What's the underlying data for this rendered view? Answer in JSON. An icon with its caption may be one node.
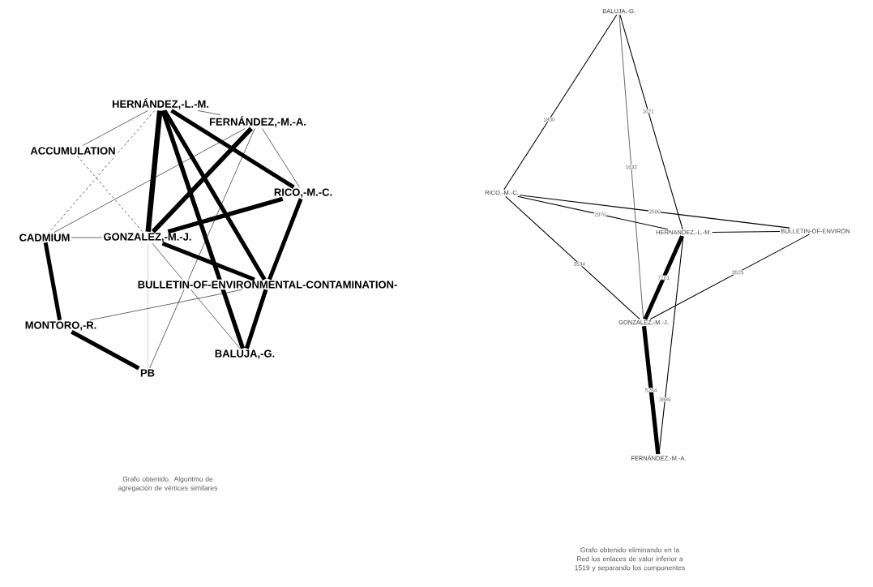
{
  "diagram": {
    "nodes": [
      {
        "text": [
          "HERNÁNDEZ,-L.-M."
        ]
      },
      {
        "text": [
          "FERNÁNDEZ,-M.-A."
        ]
      },
      {
        "text": [
          "ACCUMULATION"
        ]
      },
      {
        "text": [
          "RICO,-M.-C."
        ]
      },
      {
        "text": [
          "CADMIUM"
        ]
      },
      {
        "text": [
          "GONZALEZ,-M.-J."
        ]
      },
      {
        "text": [
          "BULLETIN-OF-ENVIRONMENTAL-CONTAMINATION-"
        ]
      },
      {
        "text": [
          "MONTORO,-R."
        ]
      },
      {
        "text": [
          "BALUJA,-G."
        ]
      },
      {
        "text": [
          "PB"
        ]
      },
      {
        "text": [
          "BALUJA,-G."
        ]
      },
      {
        "text": [
          "RICO,-M.-C."
        ]
      },
      {
        "text": [
          "HERNANDEZ,-L.-M."
        ]
      },
      {
        "text": [
          "BULLETIN-OF-ENVIRON"
        ]
      },
      {
        "text": [
          "GONZALEZ,-M.-J."
        ]
      },
      {
        "text": [
          "FERNÁNDEZ,-M.-A."
        ]
      }
    ],
    "edges": [
      {
        "from": 0,
        "to": 2,
        "arrow": "none"
      },
      {
        "from": 0,
        "to": 4,
        "arrow": "none",
        "style": "dashed"
      },
      {
        "from": 2,
        "to": 5,
        "arrow": "none",
        "style": "dashed"
      },
      {
        "from": 0,
        "to": 1,
        "arrow": "none"
      },
      {
        "from": 0,
        "to": 5,
        "arrow": "none",
        "style": "thick"
      },
      {
        "from": 0,
        "to": 3,
        "arrow": "none",
        "style": "thick"
      },
      {
        "from": 0,
        "to": 6,
        "arrow": "none",
        "style": "thick"
      },
      {
        "from": 0,
        "to": 8,
        "arrow": "none",
        "style": "thick"
      },
      {
        "from": 1,
        "to": 4,
        "arrow": "none"
      },
      {
        "from": 1,
        "to": 5,
        "arrow": "none",
        "style": "thick"
      },
      {
        "from": 1,
        "to": 3,
        "arrow": "none"
      },
      {
        "from": 1,
        "to": 9,
        "arrow": "none"
      },
      {
        "from": 4,
        "to": 5,
        "arrow": "none"
      },
      {
        "from": 4,
        "to": 7,
        "arrow": "none",
        "style": "thick"
      },
      {
        "from": 7,
        "to": 9,
        "arrow": "none",
        "style": "thick"
      },
      {
        "from": 7,
        "to": 6,
        "arrow": "none"
      },
      {
        "from": 5,
        "to": 3,
        "arrow": "none",
        "style": "thick"
      },
      {
        "from": 5,
        "to": 6,
        "arrow": "none",
        "style": "thick"
      },
      {
        "from": 5,
        "to": 8,
        "arrow": "none"
      },
      {
        "from": 5,
        "to": 9,
        "arrow": "none"
      },
      {
        "from": 3,
        "to": 6,
        "arrow": "none",
        "style": "thick"
      },
      {
        "from": 6,
        "to": 8,
        "arrow": "none",
        "style": "thick"
      },
      {
        "from": 10,
        "to": 11,
        "arrow": "none",
        "label": "1800"
      },
      {
        "from": 10,
        "to": 12,
        "arrow": "none",
        "label": "1621"
      },
      {
        "from": 10,
        "to": 14,
        "arrow": "none",
        "label": "1632"
      },
      {
        "from": 11,
        "to": 13,
        "arrow": "none",
        "label": "2500"
      },
      {
        "from": 11,
        "to": 12,
        "arrow": "none",
        "label": "2976"
      },
      {
        "from": 11,
        "to": 14,
        "arrow": "none",
        "label": "3534"
      },
      {
        "from": 12,
        "to": 13,
        "arrow": "none"
      },
      {
        "from": 12,
        "to": 14,
        "arrow": "none",
        "style": "thick",
        "label": "7101"
      },
      {
        "from": 13,
        "to": 14,
        "arrow": "none",
        "label": "3525"
      },
      {
        "from": 12,
        "to": 15,
        "arrow": "none",
        "label": "3889"
      },
      {
        "from": 14,
        "to": 15,
        "arrow": "none",
        "style": "thick",
        "label": "5284"
      }
    ],
    "labels": [
      "Grafo obtenido. Algoritmo de agregación de vértices similares",
      "Grafo obtenido eliminando en la Red los enlaces de valor inferior a 1519 y separando los componentes"
    ]
  }
}
